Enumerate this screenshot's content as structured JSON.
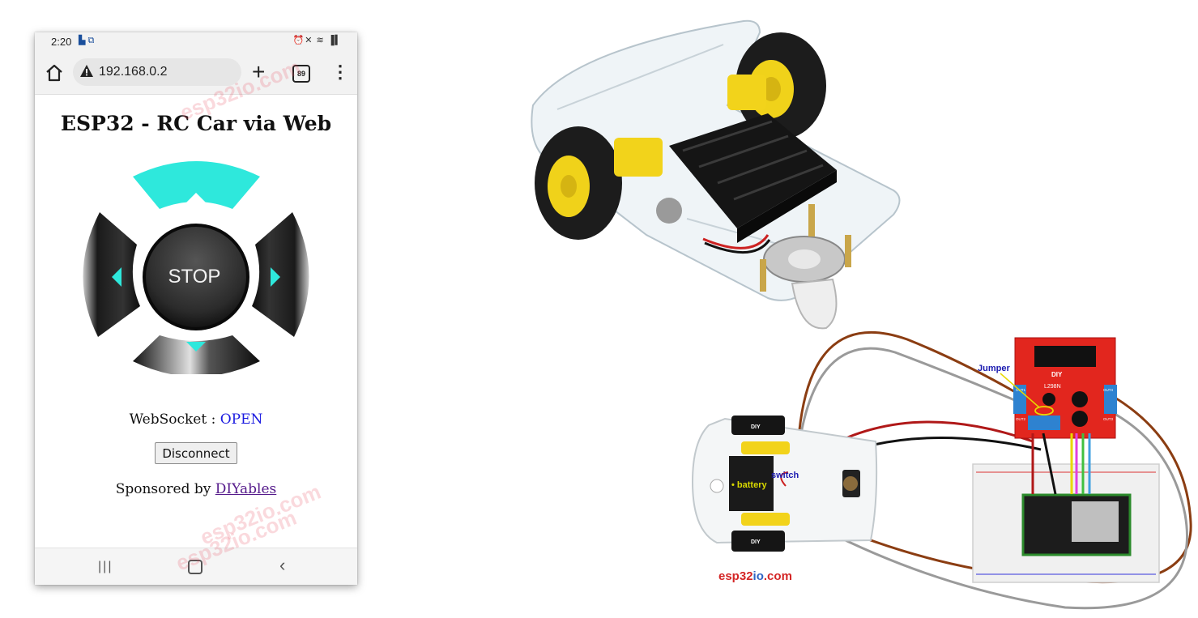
{
  "status_bar": {
    "time": "2:20",
    "left_icons": "▙ ⧉",
    "right_icons": "⏰✕ ≋ ▐▍"
  },
  "browser": {
    "url": "192.168.0.2",
    "new_tab_icon": "+",
    "tab_count": "89",
    "menu_icon": "⋮"
  },
  "page": {
    "title": "ESP32 - RC Car via Web",
    "stop_label": "STOP",
    "websocket_label": "WebSocket : ",
    "websocket_status": "OPEN",
    "disconnect_label": "Disconnect",
    "sponsor_prefix": "Sponsored by ",
    "sponsor_link": "DIYables"
  },
  "android_nav": {
    "recent": "|||",
    "back": "‹"
  },
  "watermarks": [
    "esp32io.com",
    "esp32io.com",
    "esp32io.com"
  ],
  "diagram": {
    "jumper_label": "Jumper",
    "switch_label": "switch",
    "battery_label": "• battery",
    "driver_label": "L298N",
    "out1": "OUT1",
    "out2": "OUT2",
    "out3": "OUT3",
    "out4": "OUT4",
    "diy_logo": "DIY",
    "brand_left": "esp32",
    "brand_mid": "io",
    "brand_right": ".com"
  },
  "colors": {
    "accent_cyan": "#2ee8dc",
    "wire_brown": "#8b3d12",
    "wire_gray": "#9a9a9a",
    "wire_red": "#b01818",
    "brand_red": "#d42626",
    "brand_blue": "#2f64c4"
  }
}
